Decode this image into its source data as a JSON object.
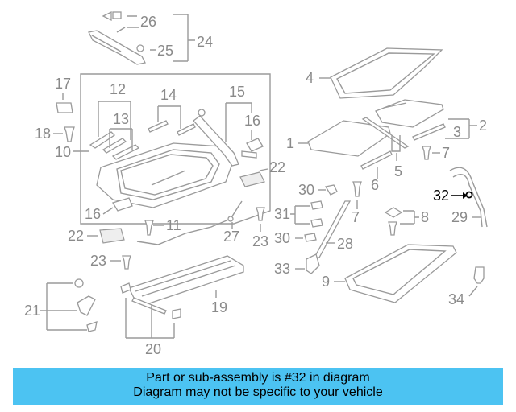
{
  "callouts": {
    "c1": "1",
    "c2": "2",
    "c3": "3",
    "c4": "4",
    "c5": "5",
    "c6": "6",
    "c7a": "7",
    "c7b": "7",
    "c8": "8",
    "c9": "9",
    "c10": "10",
    "c11": "11",
    "c12": "12",
    "c13": "13",
    "c14": "14",
    "c15": "15",
    "c16a": "16",
    "c16b": "16",
    "c17": "17",
    "c18": "18",
    "c19": "19",
    "c20": "20",
    "c21": "21",
    "c22a": "22",
    "c22b": "22",
    "c23a": "23",
    "c23b": "23",
    "c24": "24",
    "c25": "25",
    "c26": "26",
    "c27": "27",
    "c28": "28",
    "c29": "29",
    "c30a": "30",
    "c30b": "30",
    "c31": "31",
    "c32": "32",
    "c33": "33",
    "c34": "34"
  },
  "highlighted_part": "32",
  "banner": {
    "line1": "Part or sub-assembly is #32 in diagram",
    "line2": "Diagram may not be specific to your vehicle"
  },
  "colors": {
    "banner_bg": "#4cc3f2",
    "line": "#9a9a9a",
    "highlight": "#000000"
  }
}
